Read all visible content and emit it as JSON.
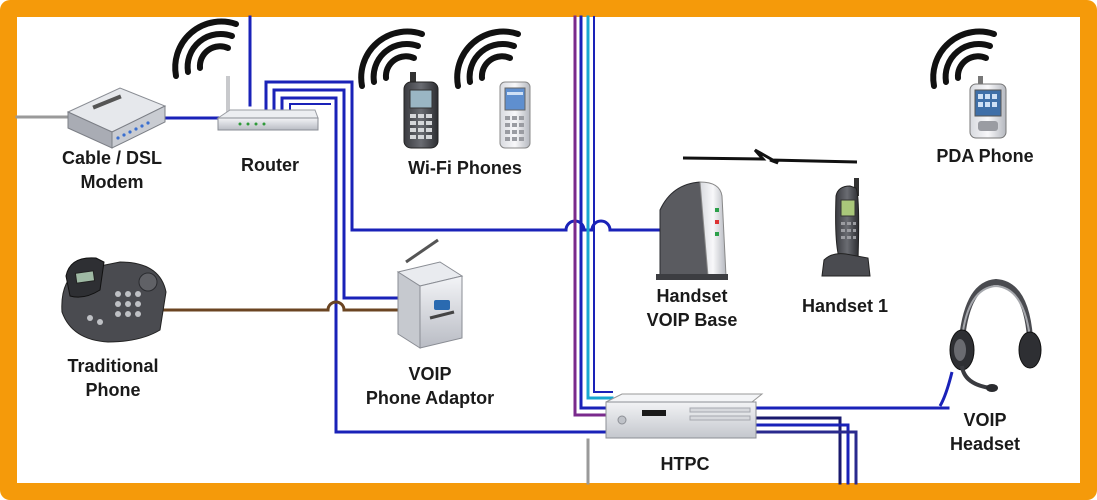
{
  "colors": {
    "frame": "#f59a0a",
    "network_blue": "#1a22b8",
    "cyan": "#19a7d1",
    "purple": "#7a2a8c",
    "phone_line_brown": "#6b4522",
    "gray_line": "#9a9a9a"
  },
  "nodes": {
    "modem": {
      "line1": "Cable / DSL",
      "line2": "Modem",
      "icon": "modem-icon"
    },
    "router": {
      "label": "Router",
      "icon": "router-icon"
    },
    "wifi_phones": {
      "label": "Wi-Fi Phones",
      "icon": "wifi-phone-icon"
    },
    "pda_phone": {
      "label": "PDA Phone",
      "icon": "pda-phone-icon"
    },
    "traditional_phone": {
      "line1": "Traditional",
      "line2": "Phone",
      "icon": "desk-phone-icon"
    },
    "voip_adaptor": {
      "line1": "VOIP",
      "line2": "Phone Adaptor",
      "icon": "voip-adaptor-icon"
    },
    "handset_base": {
      "line1": "Handset",
      "line2": "VOIP Base",
      "icon": "handset-base-icon"
    },
    "handset_1": {
      "label": "Handset 1",
      "icon": "cordless-handset-icon"
    },
    "voip_headset": {
      "line1": "VOIP",
      "line2": "Headset",
      "icon": "headset-icon"
    },
    "htpc": {
      "label": "HTPC",
      "icon": "htpc-icon"
    }
  }
}
